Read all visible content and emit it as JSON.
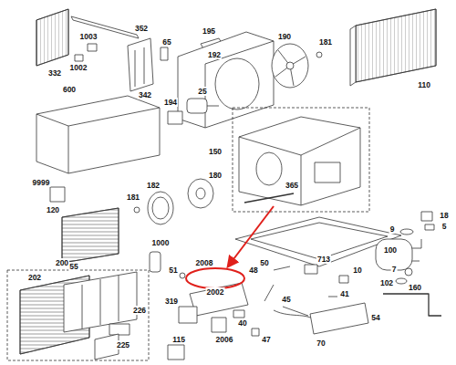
{
  "diagram": {
    "labels": [
      "352",
      "65",
      "332",
      "1003",
      "1002",
      "342",
      "195",
      "190",
      "181",
      "110",
      "192",
      "25",
      "194",
      "600",
      "150",
      "9999",
      "181",
      "182",
      "180",
      "365",
      "18",
      "5",
      "9",
      "100",
      "7",
      "102",
      "120",
      "1000",
      "200",
      "202",
      "55",
      "226",
      "225",
      "51",
      "2008",
      "48",
      "50",
      "713",
      "10",
      "160",
      "41",
      "319",
      "2002",
      "45",
      "54",
      "115",
      "40",
      "2006",
      "47",
      "70"
    ]
  }
}
